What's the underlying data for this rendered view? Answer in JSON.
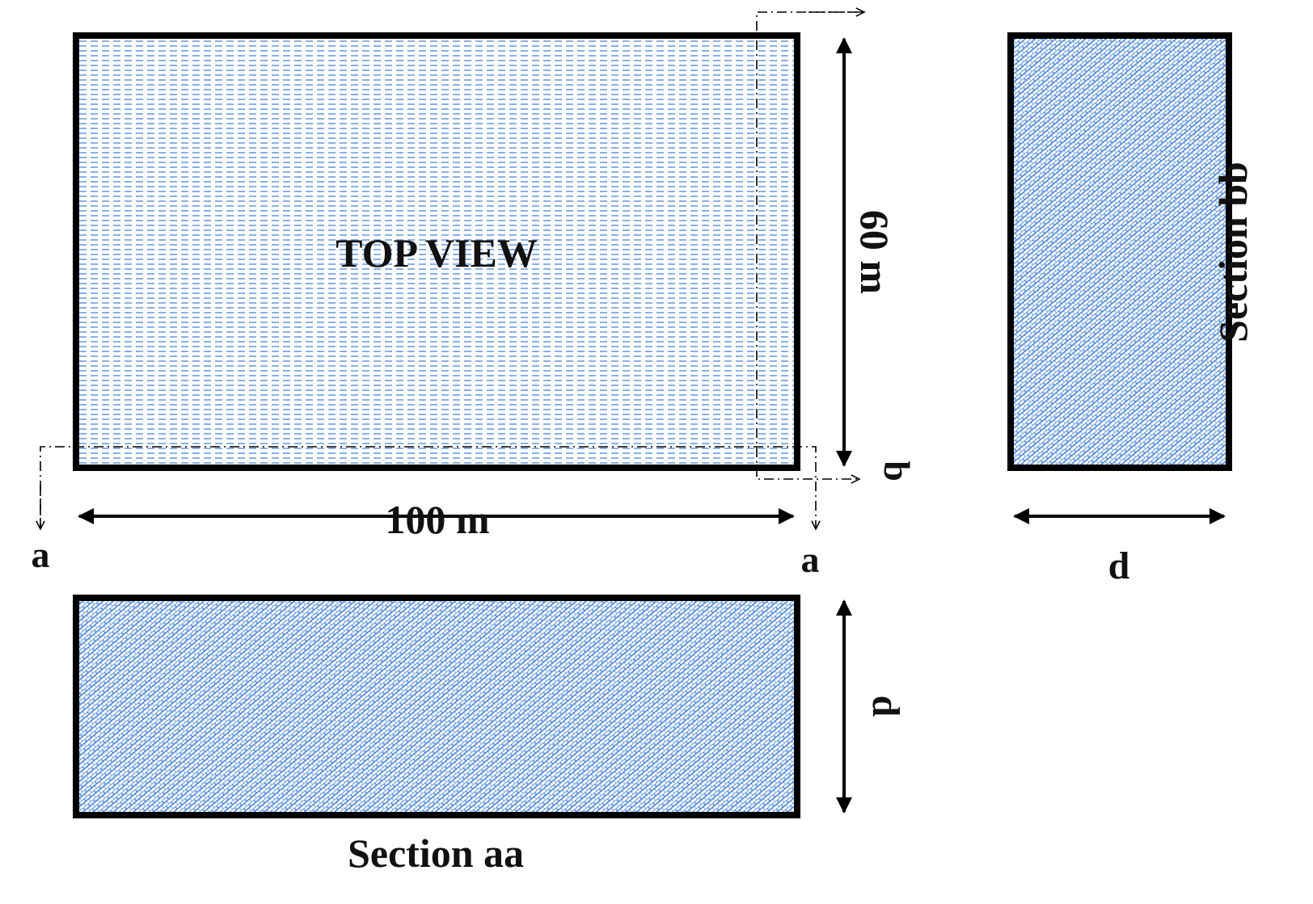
{
  "top_view": {
    "title": "TOP VIEW",
    "length_label": "100 m",
    "width_label": "60 m"
  },
  "section_aa": {
    "title": "Section aa",
    "depth_label": "d"
  },
  "section_bb": {
    "title": "Section bb",
    "depth_label": "d"
  },
  "cut_labels": {
    "a_left": "a",
    "a_right": "a",
    "b": "b"
  },
  "colors": {
    "hatch": "#3f7fd6",
    "outline": "#000000"
  }
}
